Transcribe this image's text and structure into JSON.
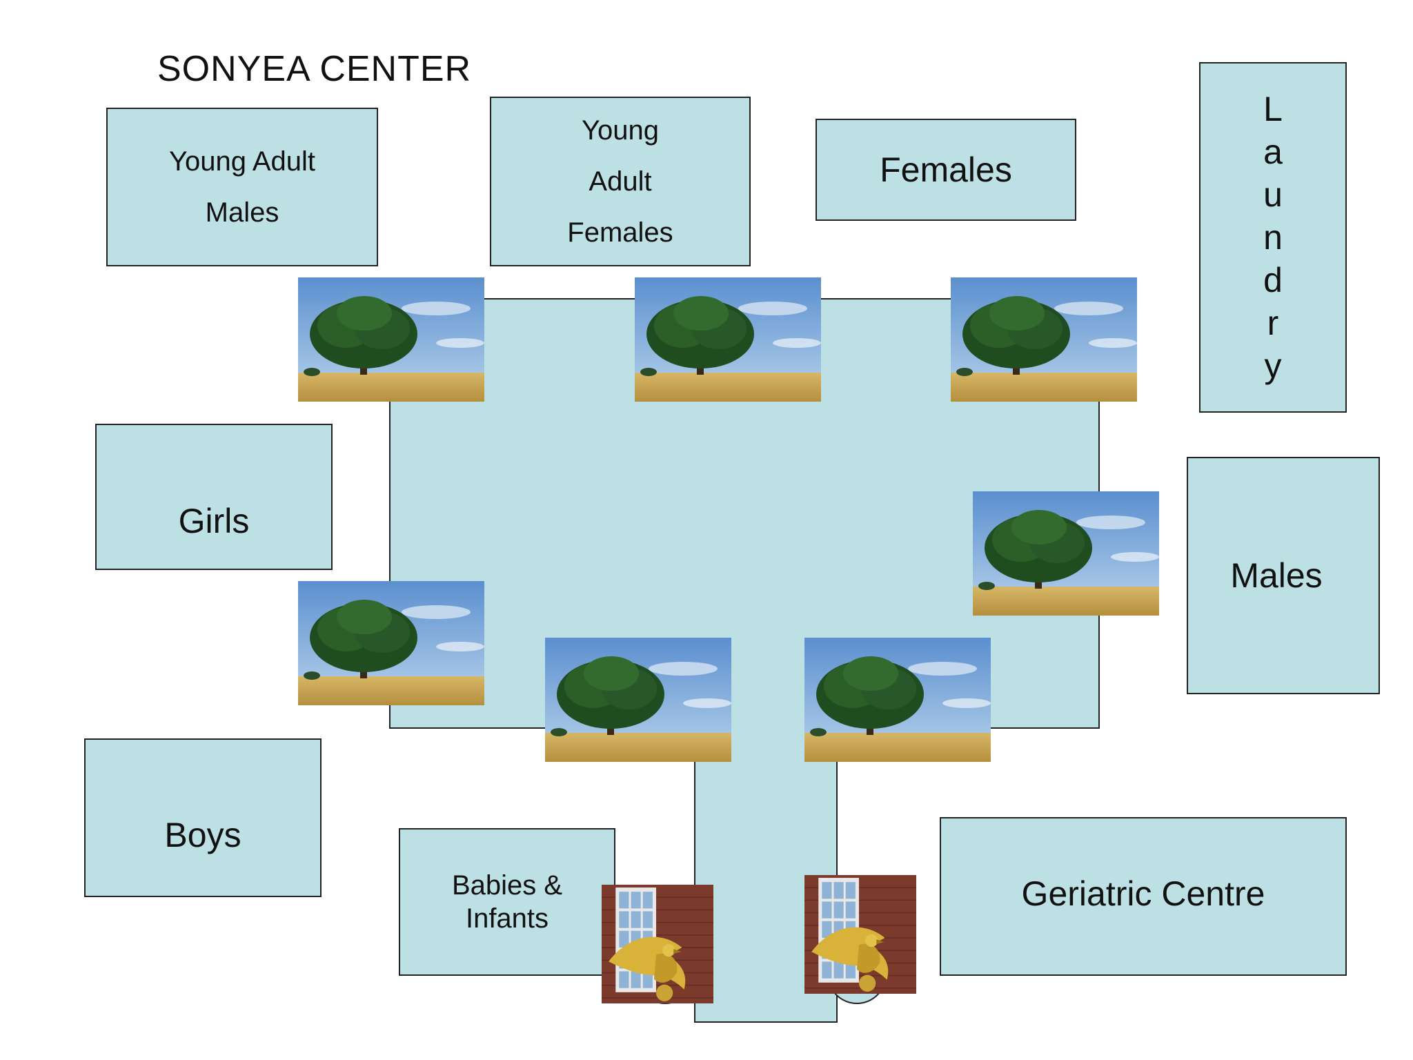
{
  "title": "SONYEA CENTER",
  "buildings": {
    "young_adult_males": [
      "Young Adult",
      "Males"
    ],
    "young_adult_females": [
      "Young",
      "Adult",
      "Females"
    ],
    "females": "Females",
    "laundry": [
      "L",
      "a",
      "u",
      "n",
      "d",
      "r",
      "y"
    ],
    "girls": "Girls",
    "males": "Males",
    "boys": "Boys",
    "babies_infants": [
      "Babies &",
      "Infants"
    ],
    "geriatric_centre": "Geriatric Centre"
  },
  "icons": {
    "tree": "tree-photo-icon",
    "eagle": "eagle-window-photo-icon"
  },
  "colors": {
    "building_fill": "#bde0e4",
    "outline": "#222222"
  }
}
